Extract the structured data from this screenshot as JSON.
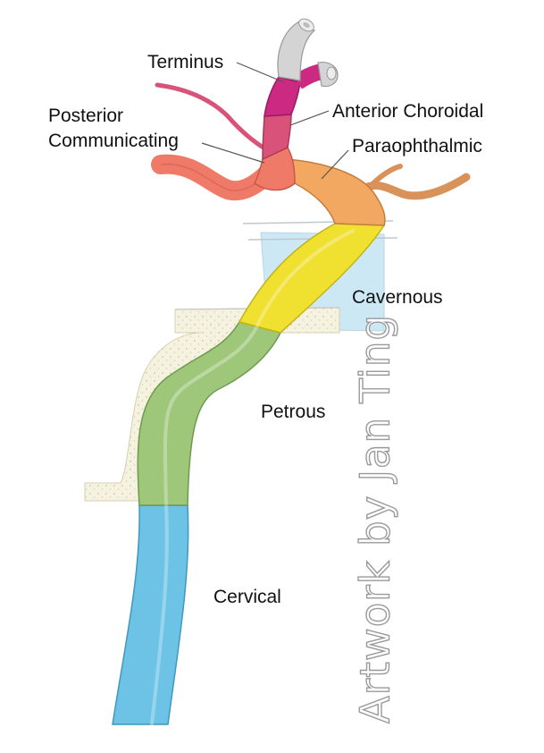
{
  "labels": {
    "terminus": "Terminus",
    "anterior_choroidal": "Anterior Choroidal",
    "posterior_communicating_1": "Posterior",
    "posterior_communicating_2": "Communicating",
    "paraophthalmic": "Paraophthalmic",
    "cavernous": "Cavernous",
    "petrous": "Petrous",
    "cervical": "Cervical"
  },
  "watermark": "Artwork by Jan Ting",
  "colors": {
    "cervical": "#6cc3e6",
    "petrous": "#9ec77a",
    "cavernous": "#f0e030",
    "paraophthalmic": "#f2a860",
    "posterior_communicating": "#f07a68",
    "anterior_choroidal": "#d8527a",
    "terminus": "#cc2a82",
    "tip": "#d4d4d4",
    "bone": "#f5f2e0",
    "sinus": "#cce8f4"
  }
}
